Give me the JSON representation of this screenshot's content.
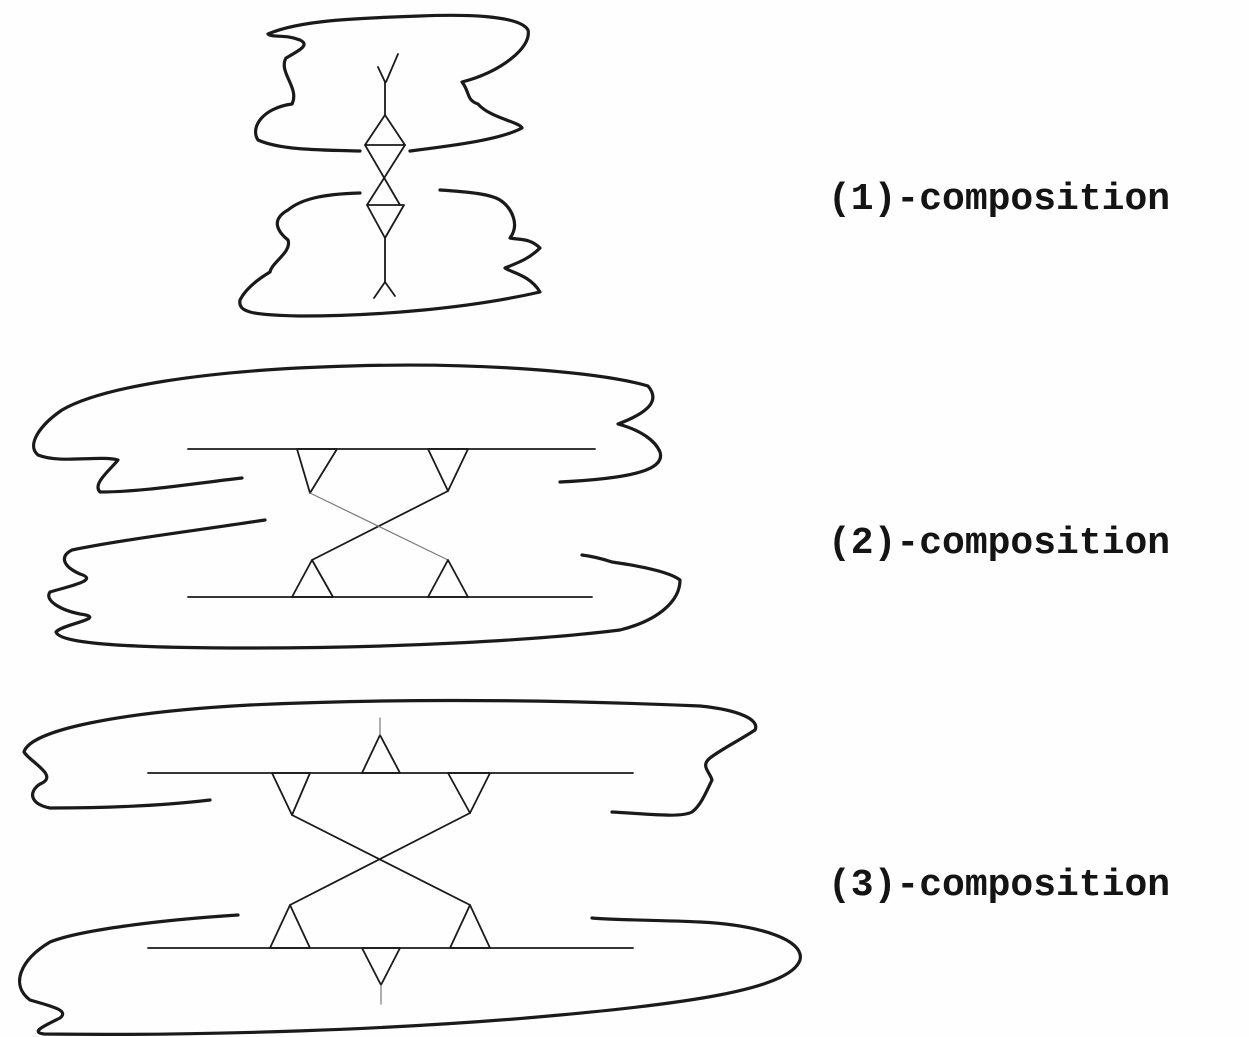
{
  "labels": [
    "(1)-composition",
    "(2)-composition",
    "(3)-composition"
  ],
  "colors": {
    "ink": "#1a1a1a",
    "paper": "#fefefe"
  }
}
